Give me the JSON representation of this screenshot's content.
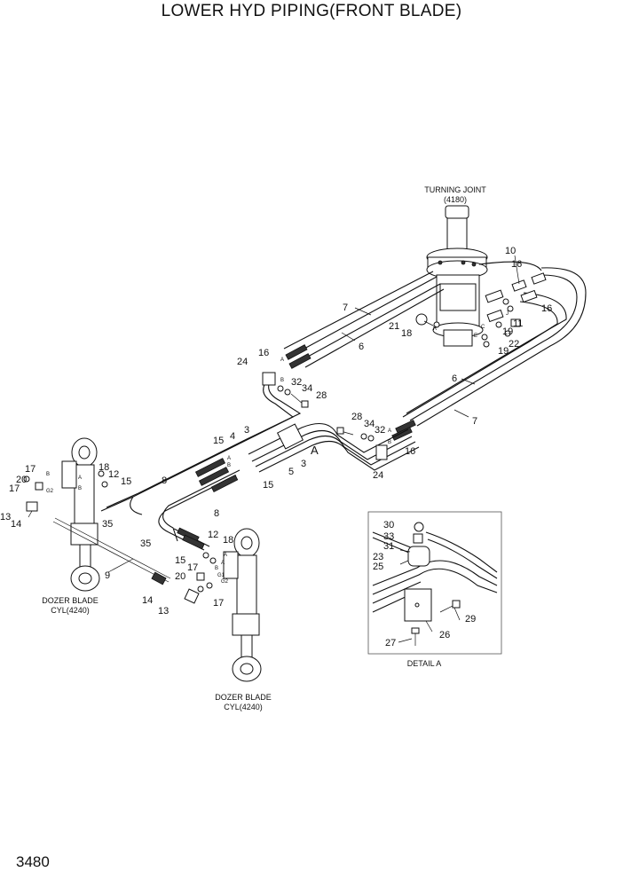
{
  "title": "LOWER HYD PIPING(FRONT BLADE)",
  "page_number": "3480",
  "captions": {
    "turning_joint_line1": "TURNING JOINT",
    "turning_joint_line2": "(4180)",
    "dozer_left_line1": "DOZER BLADE",
    "dozer_left_line2": "CYL(4240)",
    "dozer_right_line1": "DOZER BLADE",
    "dozer_right_line2": "CYL(4240)",
    "detail": "DETAIL A",
    "section_marker": "A"
  },
  "callouts": [
    {
      "id": "c-10a",
      "text": "10"
    },
    {
      "id": "c-16a",
      "text": "16"
    },
    {
      "id": "c-16b",
      "text": "16"
    },
    {
      "id": "c-11",
      "text": "11"
    },
    {
      "id": "c-19a",
      "text": "19"
    },
    {
      "id": "c-22",
      "text": "22"
    },
    {
      "id": "c-19b",
      "text": "19"
    },
    {
      "id": "c-21",
      "text": "21"
    },
    {
      "id": "c-18a",
      "text": "18"
    },
    {
      "id": "c-7a",
      "text": "7"
    },
    {
      "id": "c-6a",
      "text": "6"
    },
    {
      "id": "c-24a",
      "text": "24"
    },
    {
      "id": "c-16c",
      "text": "16"
    },
    {
      "id": "c-32a",
      "text": "32"
    },
    {
      "id": "c-34a",
      "text": "34"
    },
    {
      "id": "c-28a",
      "text": "28"
    },
    {
      "id": "c-6b",
      "text": "6"
    },
    {
      "id": "c-7b",
      "text": "7"
    },
    {
      "id": "c-28b",
      "text": "28"
    },
    {
      "id": "c-34b",
      "text": "34"
    },
    {
      "id": "c-32b",
      "text": "32"
    },
    {
      "id": "c-16d",
      "text": "16"
    },
    {
      "id": "c-24b",
      "text": "24"
    },
    {
      "id": "c-3a",
      "text": "3"
    },
    {
      "id": "c-4",
      "text": "4"
    },
    {
      "id": "c-15a",
      "text": "15"
    },
    {
      "id": "c-3b",
      "text": "3"
    },
    {
      "id": "c-5",
      "text": "5"
    },
    {
      "id": "c-15b",
      "text": "15"
    },
    {
      "id": "c-8a",
      "text": "8"
    },
    {
      "id": "c-8b",
      "text": "8"
    },
    {
      "id": "c-35a",
      "text": "35"
    },
    {
      "id": "c-35b",
      "text": "35"
    },
    {
      "id": "c-17a",
      "text": "17"
    },
    {
      "id": "c-18b",
      "text": "18"
    },
    {
      "id": "c-12a",
      "text": "12"
    },
    {
      "id": "c-15c",
      "text": "15"
    },
    {
      "id": "c-20a",
      "text": "20"
    },
    {
      "id": "c-17b",
      "text": "17"
    },
    {
      "id": "c-13a",
      "text": "13"
    },
    {
      "id": "c-14a",
      "text": "14"
    },
    {
      "id": "c-9",
      "text": "9"
    },
    {
      "id": "c-12b",
      "text": "12"
    },
    {
      "id": "c-18c",
      "text": "18"
    },
    {
      "id": "c-17c",
      "text": "17"
    },
    {
      "id": "c-15d",
      "text": "15"
    },
    {
      "id": "c-20b",
      "text": "20"
    },
    {
      "id": "c-14b",
      "text": "14"
    },
    {
      "id": "c-17d",
      "text": "17"
    },
    {
      "id": "c-13b",
      "text": "13"
    },
    {
      "id": "c-30",
      "text": "30"
    },
    {
      "id": "c-33",
      "text": "33"
    },
    {
      "id": "c-31",
      "text": "31"
    },
    {
      "id": "c-23",
      "text": "23"
    },
    {
      "id": "c-25",
      "text": "25"
    },
    {
      "id": "c-29",
      "text": "29"
    },
    {
      "id": "c-26",
      "text": "26"
    },
    {
      "id": "c-27",
      "text": "27"
    }
  ],
  "port_labels": {
    "pA1": "A",
    "pB1": "B",
    "pA2": "A",
    "pB2": "B",
    "pA3": "A",
    "pB3": "B",
    "pR": "R",
    "pE": "E",
    "pC": "C",
    "pJ": "J",
    "pB4": "B",
    "pA4": "A",
    "pG2a": "G2",
    "pB5": "B",
    "pA5": "A",
    "pG1": "G1",
    "pB6": "B",
    "pG2b": "G2",
    "pA6": "A"
  }
}
